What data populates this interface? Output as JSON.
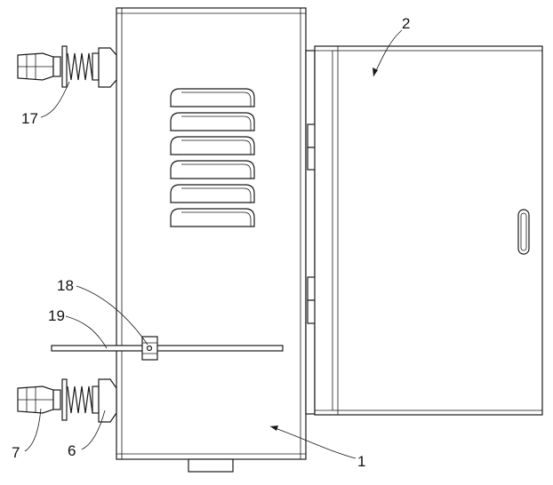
{
  "labels": {
    "l1": "1",
    "l2": "2",
    "l6": "6",
    "l7": "7",
    "l17": "17",
    "l18": "18",
    "l19": "19"
  },
  "colors": {
    "line": "#1a1a1a",
    "background": "#ffffff"
  }
}
